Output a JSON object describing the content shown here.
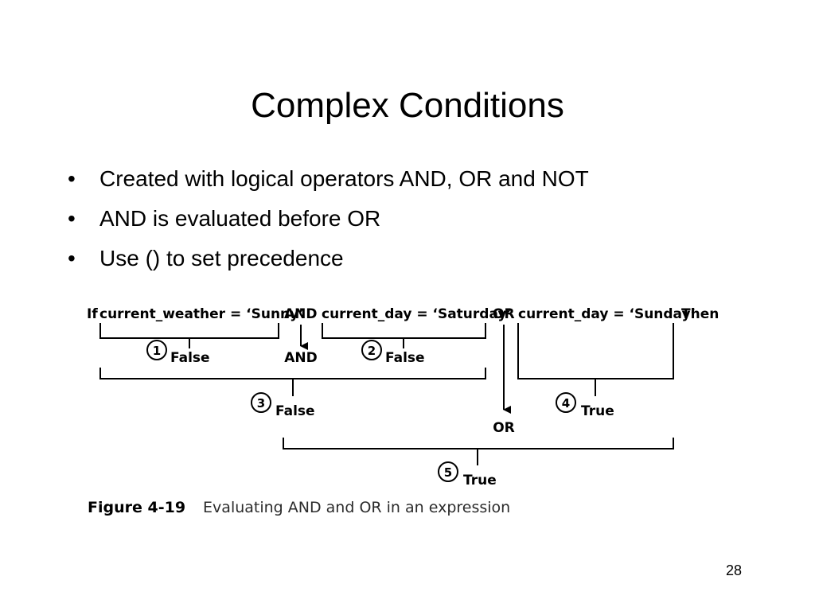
{
  "slide": {
    "title": "Complex Conditions",
    "bullets": [
      {
        "marker": "•",
        "text": "Created with logical operators AND, OR and NOT"
      },
      {
        "marker": "•",
        "text": "AND is evaluated before OR"
      },
      {
        "marker": "•",
        "text": "Use () to set precedence"
      }
    ],
    "page_number": "28"
  },
  "figure": {
    "expression": {
      "if_keyword": "If",
      "cond1": "current_weather = ‘Sunny’",
      "and_op": "AND",
      "cond2": "current_day = ‘Saturday’",
      "or_op": "OR",
      "cond3": "current_day = ‘Sunday’",
      "then_keyword": "Then"
    },
    "steps": [
      {
        "number": "1",
        "result": "False"
      },
      {
        "number": "2",
        "result": "False"
      },
      {
        "number": "3",
        "result": "False"
      },
      {
        "number": "4",
        "result": "True"
      },
      {
        "number": "5",
        "result": "True"
      }
    ],
    "operator_labels": {
      "and": "AND",
      "or": "OR"
    },
    "caption": {
      "label": "Figure 4-19",
      "text": "Evaluating AND and OR in an expression"
    }
  }
}
